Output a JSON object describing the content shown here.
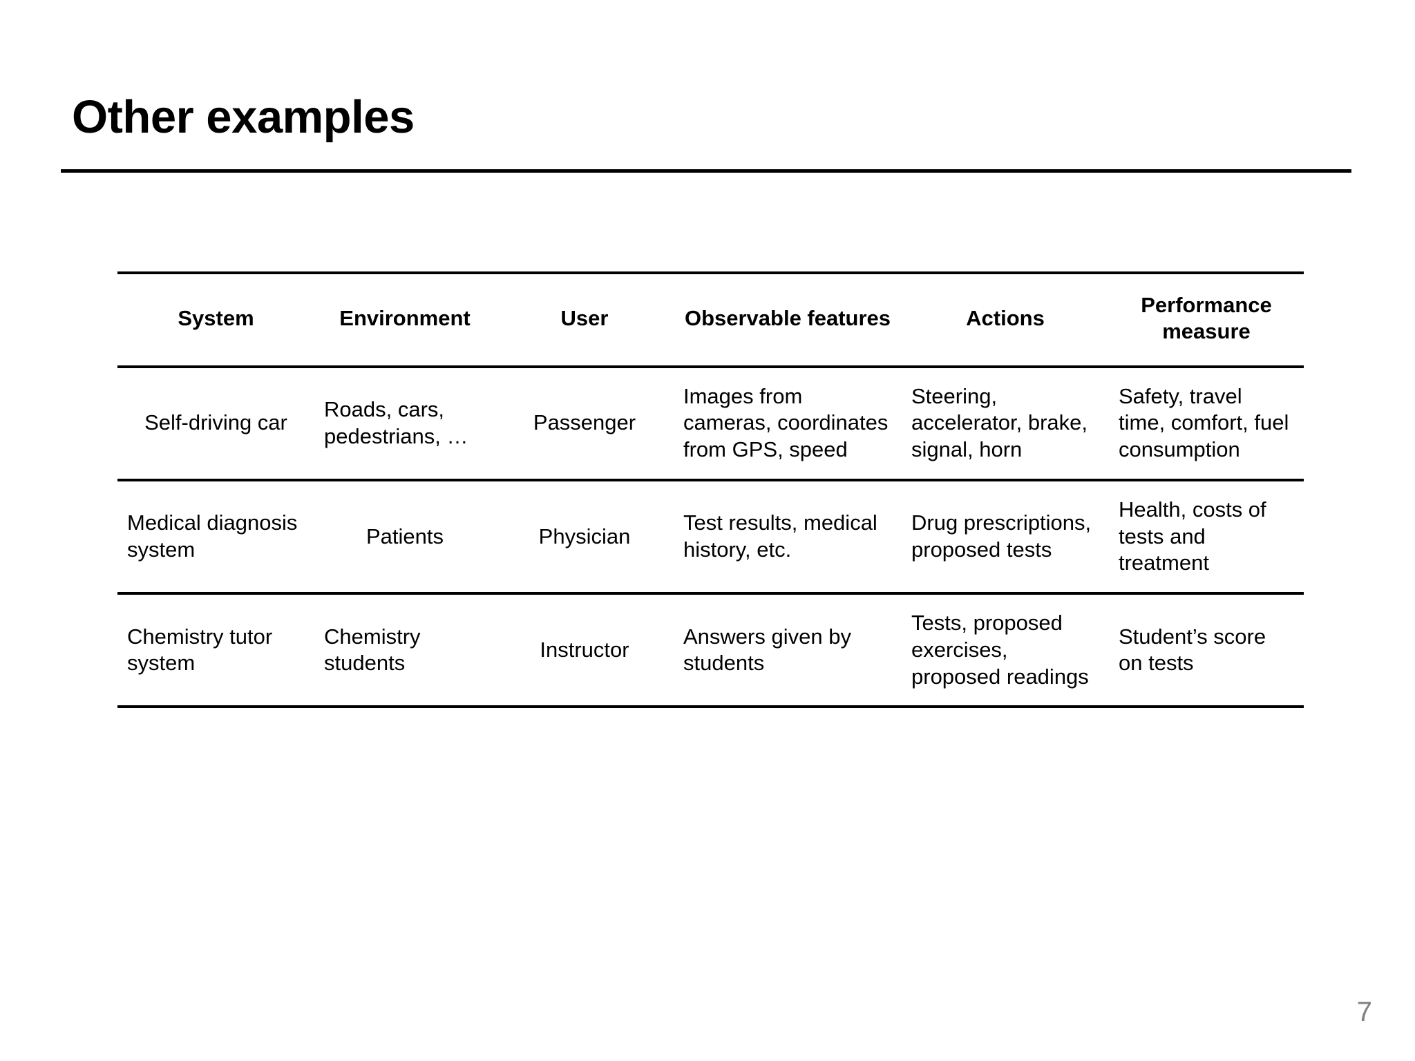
{
  "slide": {
    "title": "Other examples",
    "page_number": "7",
    "page_number_color": "#808080",
    "rule_color": "#000000",
    "background": "#ffffff"
  },
  "table": {
    "headers": [
      "System",
      "Environment",
      "User",
      "Observable features",
      "Actions",
      "Performance measure"
    ],
    "rows": [
      {
        "system": "Self-driving car",
        "environment": "Roads, cars, pedestrians, …",
        "user": "Passenger",
        "observable_features": "Images from cameras, coordinates from GPS, speed",
        "actions": "Steering, accelerator, brake, signal, horn",
        "performance_measure": "Safety, travel time, comfort, fuel consumption"
      },
      {
        "system": "Medical diagnosis system",
        "environment": "Patients",
        "user": "Physician",
        "observable_features": "Test results, medical history, etc.",
        "actions": "Drug prescriptions, proposed tests",
        "performance_measure": "Health, costs of tests and treatment"
      },
      {
        "system": "Chemistry tutor system",
        "environment": "Chemistry students",
        "user": "Instructor",
        "observable_features": "Answers given by students",
        "actions": "Tests, proposed exercises, proposed readings",
        "performance_measure": "Student’s score on tests"
      }
    ]
  }
}
